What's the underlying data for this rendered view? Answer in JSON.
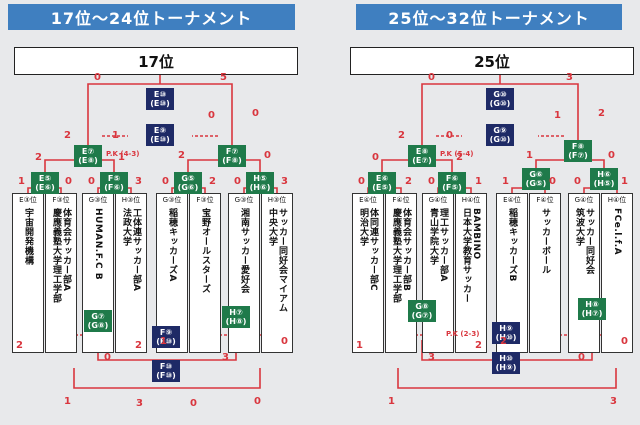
{
  "left": {
    "header": "17位～24位トーナメント",
    "rank": "17位",
    "teams": [
      {
        "seed": "E③位",
        "name": "宇宙開発機構"
      },
      {
        "seed": "F③位",
        "name": "体育会サッカー部A\n慶應義塾大学理工学部"
      },
      {
        "seed": "G③位",
        "name": "HUMAN.F.C B"
      },
      {
        "seed": "H③位",
        "name": "工体連サッカー部A\n法政大学"
      },
      {
        "seed": "G③位",
        "name": "稲穂キッカーズA"
      },
      {
        "seed": "F③位",
        "name": "宝野オールスターズ"
      },
      {
        "seed": "G③位",
        "name": "湘南サッカー愛好会"
      },
      {
        "seed": "H③位",
        "name": "サッカー同好会マイアム\n中央大学"
      }
    ],
    "boxes": [
      {
        "id": "top",
        "color": "navy",
        "l1": "E⑩",
        "l2": "(E⑩)"
      },
      {
        "id": "semi",
        "color": "navy",
        "l1": "E⑨",
        "l2": "(E⑩)"
      },
      {
        "id": "e7",
        "color": "green",
        "l1": "E⑦",
        "l2": "(E⑧)"
      },
      {
        "id": "f7",
        "color": "green",
        "l1": "F⑦",
        "l2": "(F⑧)"
      },
      {
        "id": "e5",
        "color": "green",
        "l1": "E⑤",
        "l2": "(E⑥)"
      },
      {
        "id": "f5",
        "color": "green",
        "l1": "F⑤",
        "l2": "(F⑥)"
      },
      {
        "id": "g5",
        "color": "green",
        "l1": "G⑤",
        "l2": "(G⑥)"
      },
      {
        "id": "h5",
        "color": "green",
        "l1": "H⑤",
        "l2": "(H⑥)"
      },
      {
        "id": "g7",
        "color": "green",
        "l1": "G⑦",
        "l2": "(G⑧)"
      },
      {
        "id": "h7",
        "color": "green",
        "l1": "H⑦",
        "l2": "(H⑧)"
      },
      {
        "id": "f9",
        "color": "navy",
        "l1": "F⑨",
        "l2": "(F⑩)"
      },
      {
        "id": "f10",
        "color": "navy",
        "l1": "F⑩",
        "l2": "(F⑩)"
      }
    ],
    "scores": [
      "0",
      "5",
      "2",
      "1",
      "0",
      "0",
      "2",
      "1",
      "2",
      "0",
      "1",
      "0",
      "0",
      "3",
      "0",
      "2",
      "0",
      "3",
      "2",
      "2",
      "1",
      "0",
      "0",
      "3",
      "1",
      "0",
      "3",
      "0"
    ],
    "pk": "P.K (4-3)"
  },
  "right": {
    "header": "25位～32位トーナメント",
    "rank": "25位",
    "teams": [
      {
        "seed": "E④位",
        "name": "体同連サッカー部C\n明治大学"
      },
      {
        "seed": "F④位",
        "name": "体育会サッカー部B\n慶應義塾大学理工学部"
      },
      {
        "seed": "G④位",
        "name": "理工サッカー部A\n青山学院大学"
      },
      {
        "seed": "H④位",
        "name": "BAMBINO\n日本大学教育サッカー"
      },
      {
        "seed": "E④位",
        "name": "稲穂キッカーズB"
      },
      {
        "seed": "F④位",
        "name": "サッカーボール"
      },
      {
        "seed": "G④位",
        "name": "サッカー同好会\n筑波大学"
      },
      {
        "seed": "H④位",
        "name": "FCe.l.f.A"
      }
    ],
    "boxes": [
      {
        "id": "top",
        "color": "navy",
        "l1": "G⑩",
        "l2": "(G⑩)"
      },
      {
        "id": "semi",
        "color": "navy",
        "l1": "G⑨",
        "l2": "(G⑩)"
      },
      {
        "id": "e7",
        "color": "green",
        "l1": "E⑧",
        "l2": "(E⑦)"
      },
      {
        "id": "f7",
        "color": "green",
        "l1": "F⑧",
        "l2": "(F⑦)"
      },
      {
        "id": "e5",
        "color": "green",
        "l1": "E⑥",
        "l2": "(E⑤)"
      },
      {
        "id": "f5",
        "color": "green",
        "l1": "F⑥",
        "l2": "(F⑤)"
      },
      {
        "id": "g5",
        "color": "green",
        "l1": "G⑥",
        "l2": "(G⑤)"
      },
      {
        "id": "h5",
        "color": "green",
        "l1": "H⑥",
        "l2": "(H⑤)"
      },
      {
        "id": "g7",
        "color": "green",
        "l1": "G⑧",
        "l2": "(G⑦)"
      },
      {
        "id": "h7",
        "color": "green",
        "l1": "H⑧",
        "l2": "(H⑦)"
      },
      {
        "id": "f9",
        "color": "navy",
        "l1": "H⑨",
        "l2": "(H⑩)"
      },
      {
        "id": "f10",
        "color": "navy",
        "l1": "H⑩",
        "l2": "(H⑨)"
      }
    ],
    "scores": [
      "0",
      "3",
      "2",
      "0",
      "1",
      "2",
      "0",
      "2",
      "1",
      "0",
      "0",
      "2",
      "0",
      "1",
      "1",
      "0",
      "0",
      "1",
      "1",
      "2",
      "2",
      "0",
      "3",
      "0",
      "1",
      "3"
    ],
    "pk": "P.K (5-4)",
    "pk2": "P.K (2-3)"
  },
  "colors": {
    "header": "#3f7fc0",
    "green": "#1f7a4a",
    "navy": "#1e2a66",
    "ink": "#d9363e"
  }
}
